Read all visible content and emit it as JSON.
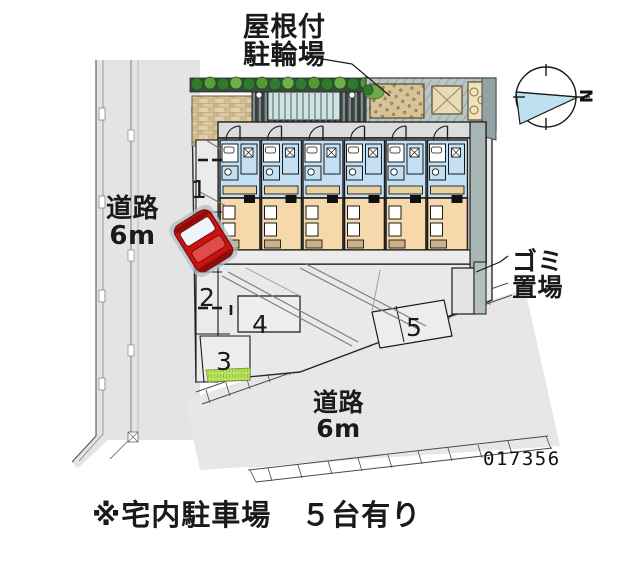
{
  "document": {
    "type": "apartment-site-plan",
    "id_number": "017356",
    "note": "※宅内駐車場　５台有り"
  },
  "labels": {
    "bicycle_parking": "屋根付\n駐輪場",
    "garbage_area": "ゴミ\n置場",
    "road_left": "道路\n6m",
    "road_bottom": "道路\n6m",
    "compass_north": "N"
  },
  "parking": {
    "stalls": [
      {
        "number": "1"
      },
      {
        "number": "2"
      },
      {
        "number": "3"
      },
      {
        "number": "4"
      },
      {
        "number": "5"
      }
    ],
    "total_label": "５台有り"
  },
  "building": {
    "unit_count": 6,
    "description": "6 mirrored studio units in a row"
  },
  "colors": {
    "road_fill": "#e2e2e2",
    "site_fill": "#e8e8e8",
    "room_tan": "#f7d8ab",
    "room_blue": "#c4e0f4",
    "roof_gray": "#b9c6c6",
    "brick": "#d9c9a0",
    "hedge_green": "#2f7a2f",
    "car_red": "#cc1111",
    "bike_roof": "#d9c39a",
    "grass": "#b7e05a",
    "line": "#1a1a1a"
  }
}
